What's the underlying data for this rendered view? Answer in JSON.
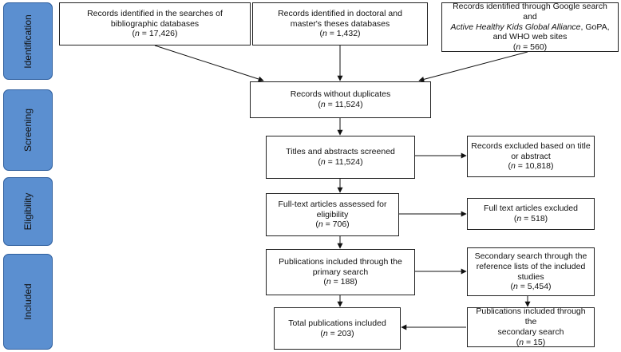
{
  "phases": {
    "identification": "Identification",
    "screening": "Screening",
    "eligibility": "Eligibility",
    "included": "Included"
  },
  "boxes": {
    "databases": {
      "line1": "Records identified in the searches of",
      "line2": "bibliographic databases",
      "n_symbol": "n",
      "n_value": " = 17,426"
    },
    "theses": {
      "line1": "Records identified in doctoral and",
      "line2": "master's theses databases",
      "n_symbol": "n",
      "n_value": " = 1,432"
    },
    "google": {
      "line1": "Records identified through Google search and",
      "italic": "Active Healthy Kids Global Alliance",
      "line2_rest": ", GoPA,",
      "line3": "and WHO web sites",
      "n_symbol": "n",
      "n_value": " = 560"
    },
    "no_duplicates": {
      "line1": "Records without duplicates",
      "n_symbol": "n",
      "n_value": " = 11,524"
    },
    "screened": {
      "line1": "Titles and abstracts screened",
      "n_symbol": "n",
      "n_value": " = 11,524"
    },
    "excluded_title": {
      "line1": "Records excluded based on title",
      "line2": "or abstract",
      "n_symbol": "n",
      "n_value": " = 10,818"
    },
    "fulltext": {
      "line1": "Full-text articles assessed for",
      "line2": "eligibility",
      "n_symbol": "n",
      "n_value": " = 706"
    },
    "fulltext_excluded": {
      "line1": "Full text articles excluded",
      "n_symbol": "n",
      "n_value": " = 518"
    },
    "primary": {
      "line1": "Publications included through the",
      "line2": "primary search",
      "n_symbol": "n",
      "n_value": " = 188"
    },
    "secondary_search": {
      "line1": "Secondary search through the",
      "line2": "reference lists of the included",
      "line3": "studies",
      "n_symbol": "n",
      "n_value": " = 5,454"
    },
    "total": {
      "line1": "Total publications included",
      "n_symbol": "n",
      "n_value": " = 203"
    },
    "secondary_included": {
      "line1": "Publications included through the",
      "line2": "secondary search",
      "n_symbol": "n",
      "n_value": " = 15"
    }
  }
}
